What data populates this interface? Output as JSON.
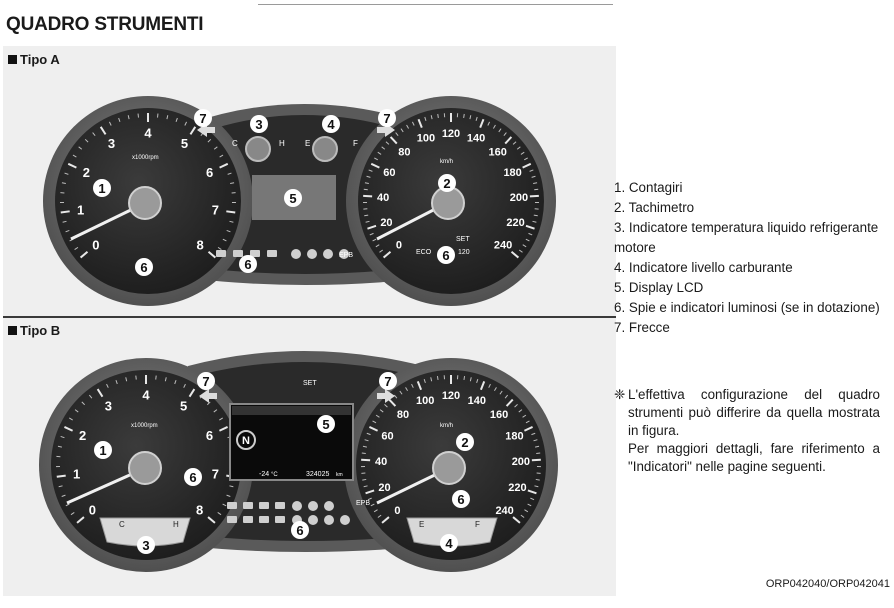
{
  "title": "QUADRO STRUMENTI",
  "sections": {
    "a": "Tipo A",
    "b": "Tipo B"
  },
  "legend": [
    "1. Contagiri",
    "2. Tachimetro",
    "3. Indicatore temperatura liquido refrigerante motore",
    "4. Indicatore livello carburante",
    "5. Display LCD",
    "6. Spie e indicatori luminosi (se in dotazione)",
    "7. Frecce"
  ],
  "note": {
    "symbol": "❈",
    "text1": "L'effettiva configurazione del quadro strumenti può differire da quella mostrata in figura.",
    "text2": "Per maggiori dettagli, fare riferimento a \"Indicatori\" nelle pagine seguenti."
  },
  "code": "ORP042040/ORP042041",
  "gauge": {
    "tach_ticks": [
      "0",
      "1",
      "2",
      "3",
      "4",
      "5",
      "6",
      "7",
      "8"
    ],
    "tach_unit": "x1000rpm",
    "speed_ticks": [
      "0",
      "20",
      "40",
      "60",
      "80",
      "100",
      "120",
      "140",
      "160",
      "180",
      "200",
      "220",
      "240"
    ],
    "speed_unit": "km/h",
    "temp_c": "C",
    "temp_h": "H",
    "fuel_e": "E",
    "fuel_f": "F",
    "set": "SET",
    "epb": "EPB",
    "eco": "ECO",
    "odo_temp": "-24",
    "odo_temp_unit": "°C",
    "odo_km": "324025",
    "odo_unit": "km",
    "gear": "N",
    "speed_limit": "120"
  },
  "callouts": [
    "1",
    "2",
    "3",
    "4",
    "5",
    "6",
    "7"
  ]
}
